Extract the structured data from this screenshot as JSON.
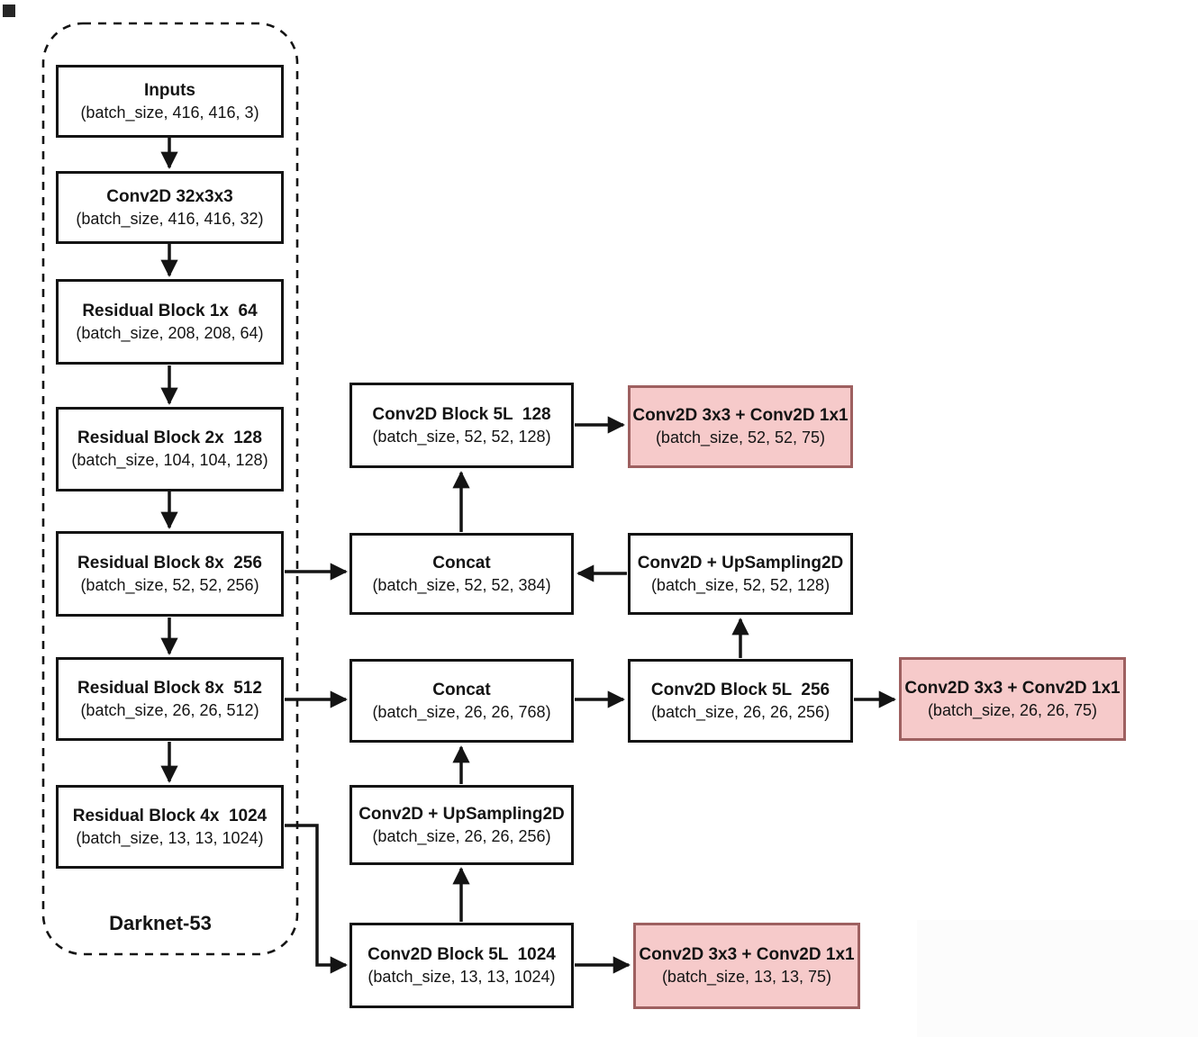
{
  "diagram": {
    "group_label": "Darknet-53",
    "colors": {
      "node_fill": "#ffffff",
      "node_border": "#141414",
      "head_fill": "#f6caca",
      "head_border": "#9e6060",
      "arrow": "#141414"
    },
    "nodes": {
      "inputs": {
        "title": "Inputs",
        "shape": "(batch_size, 416, 416, 3)"
      },
      "conv32": {
        "title": "Conv2D 32x3x3",
        "shape": "(batch_size, 416, 416, 32)"
      },
      "res1_64": {
        "title": "Residual Block 1x  64",
        "shape": "(batch_size, 208, 208, 64)"
      },
      "res2_128": {
        "title": "Residual Block 2x  128",
        "shape": "(batch_size, 104, 104, 128)"
      },
      "res8_256": {
        "title": "Residual Block 8x  256",
        "shape": "(batch_size, 52, 52, 256)"
      },
      "res8_512": {
        "title": "Residual Block 8x  512",
        "shape": "(batch_size, 26, 26, 512)"
      },
      "res4_1024": {
        "title": "Residual Block 4x  1024",
        "shape": "(batch_size, 13, 13, 1024)"
      },
      "block5l_128": {
        "title": "Conv2D Block 5L  128",
        "shape": "(batch_size, 52, 52, 128)"
      },
      "concat_52": {
        "title": "Concat",
        "shape": "(batch_size, 52, 52, 384)"
      },
      "concat_26": {
        "title": "Concat",
        "shape": "(batch_size, 26, 26, 768)"
      },
      "upsample_26": {
        "title": "Conv2D + UpSampling2D",
        "shape": "(batch_size, 26, 26, 256)"
      },
      "block5l_1024": {
        "title": "Conv2D Block 5L  1024",
        "shape": "(batch_size, 13, 13, 1024)"
      },
      "head_52": {
        "title": "Conv2D 3x3 + Conv2D 1x1",
        "shape": "(batch_size, 52, 52, 75)"
      },
      "upsample_52": {
        "title": "Conv2D + UpSampling2D",
        "shape": "(batch_size, 52, 52, 128)"
      },
      "block5l_256": {
        "title": "Conv2D Block 5L  256",
        "shape": "(batch_size, 26, 26, 256)"
      },
      "head_26": {
        "title": "Conv2D 3x3 + Conv2D 1x1",
        "shape": "(batch_size, 26, 26, 75)"
      },
      "head_13": {
        "title": "Conv2D 3x3 + Conv2D 1x1",
        "shape": "(batch_size, 13, 13, 75)"
      }
    }
  }
}
